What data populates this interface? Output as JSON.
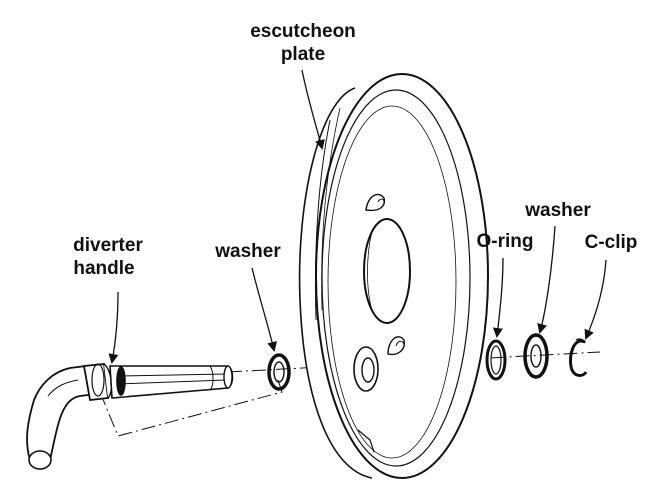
{
  "diagram": {
    "labels": {
      "escutcheon_line1": "escutcheon",
      "escutcheon_line2": "plate",
      "diverter_line1": "diverter",
      "diverter_line2": "handle",
      "washer_left": "washer",
      "o_ring": "O-ring",
      "washer_right": "washer",
      "c_clip": "C-clip"
    },
    "colors": {
      "line": "#111111",
      "background": "#ffffff",
      "label": "#111111"
    }
  }
}
